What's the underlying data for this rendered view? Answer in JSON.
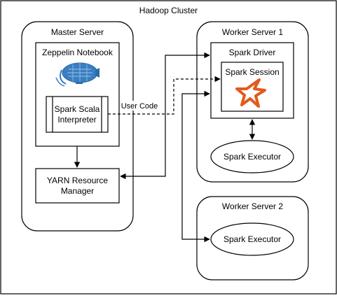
{
  "diagram": {
    "cluster_title": "Hadoop Cluster",
    "master": {
      "title": "Master Server",
      "notebook_title": "Zeppelin Notebook",
      "interpreter_line1": "Spark Scala",
      "interpreter_line2": "Interpreter",
      "yarn_line1": "YARN Resource",
      "yarn_line2": "Manager"
    },
    "worker1": {
      "title": "Worker Server 1",
      "driver_title": "Spark Driver",
      "session_title": "Spark Session",
      "executor_label": "Spark Executor"
    },
    "worker2": {
      "title": "Worker Server 2",
      "executor_label": "Spark Executor"
    },
    "edge_label_user_code": "User Code",
    "icons": {
      "zeppelin": "zeppelin-blimp-logo",
      "spark": "spark-star-logo"
    },
    "colors": {
      "stroke": "#000000",
      "zeppelin_blue": "#3a7ec2",
      "spark_orange": "#e25a1c"
    }
  }
}
